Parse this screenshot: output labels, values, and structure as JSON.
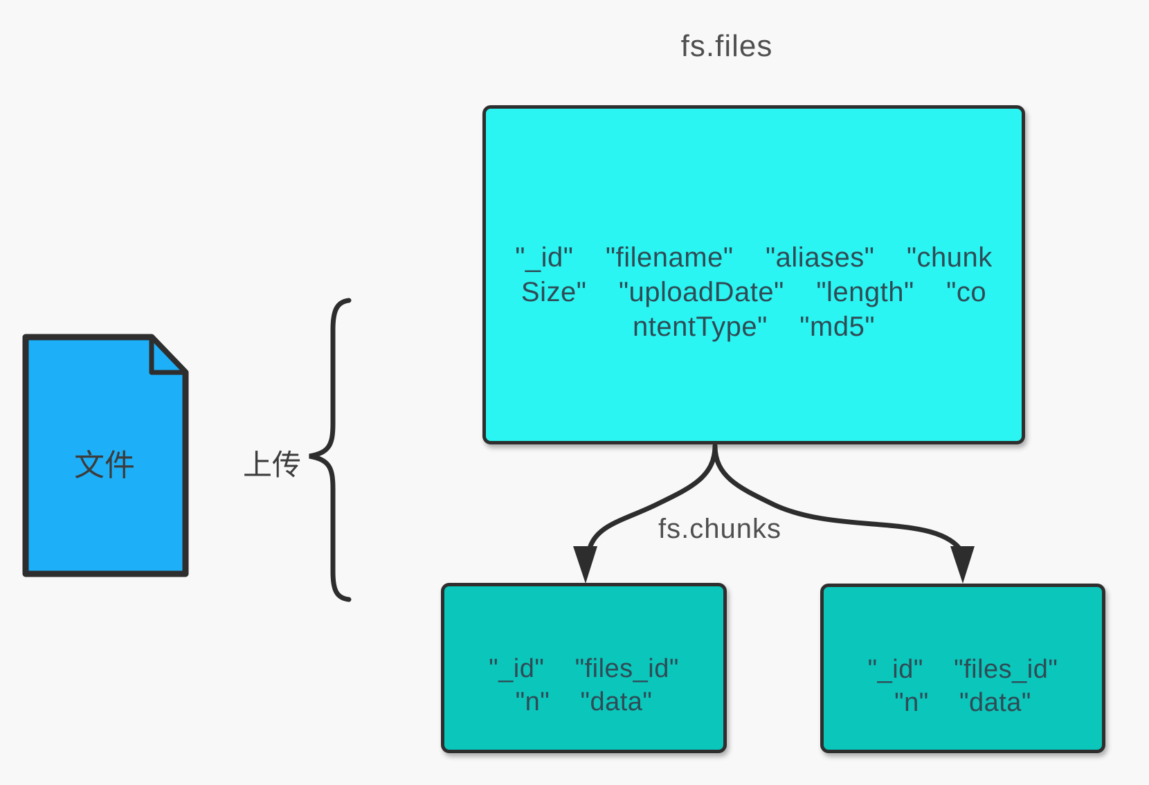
{
  "diagram": "MongoDB GridFS upload structure",
  "file_icon": {
    "label": "文件",
    "fill": "#1db0f9"
  },
  "upload": {
    "label": "上传"
  },
  "fs_files": {
    "title": "fs.files",
    "fill": "#2af5f2",
    "lines": [
      "\"_id\"    \"filename\"    \"aliases\"    \"chunk",
      "Size\"    \"uploadDate\"    \"length\"    \"co",
      "ntentType\"    \"md5\""
    ]
  },
  "fs_chunks": {
    "title": "fs.chunks",
    "fill": "#0bc6bb",
    "left_box": {
      "lines": [
        "\"_id\"    \"files_id\"",
        "\"n\"    \"data\""
      ]
    },
    "right_box": {
      "lines": [
        "\"_id\"    \"files_id\"",
        "\"n\"    \"data\""
      ]
    }
  },
  "colors": {
    "page_background": "#f8f8f8",
    "outline": "#2e2e2e",
    "box_text": "#2f4b55",
    "title_text": "#4f4f4f"
  }
}
